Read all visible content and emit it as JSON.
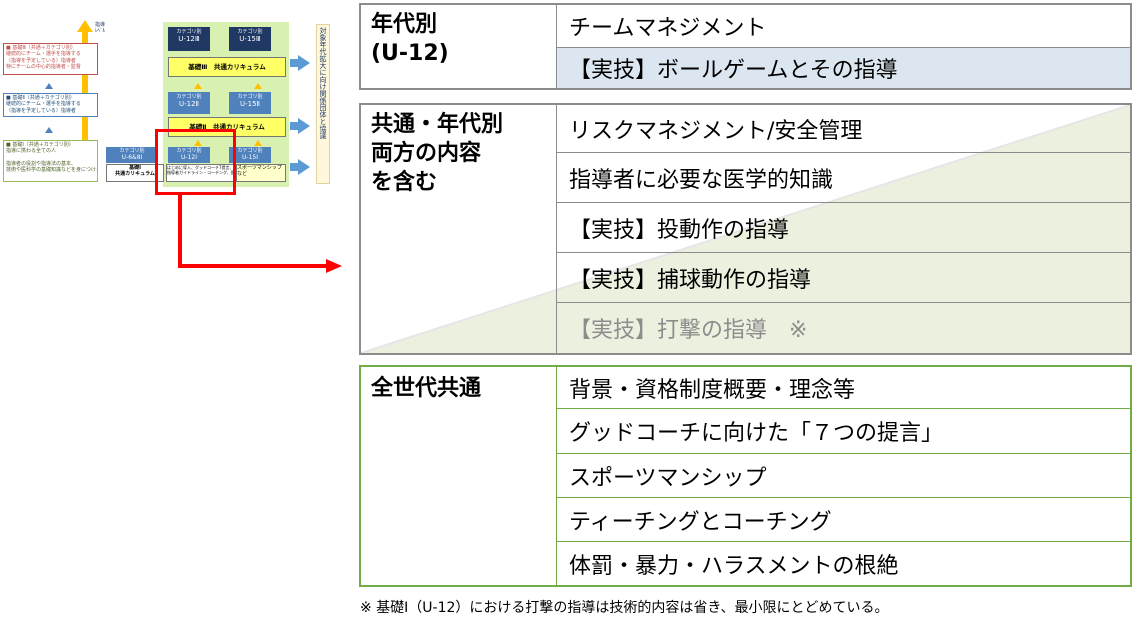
{
  "thumbnail": {
    "axis_label": "指導\nﾚﾍﾞﾙ",
    "legend_3": "■ 基礎Ⅲ（共通＋カテゴリ別）\n継続的にチーム・選手を指導する\n（指導を予定している）指導者\n特にチームの中心的指導者・監督",
    "legend_2": "■ 基礎Ⅱ（共通＋カテゴリ別）\n継続的にチーム・選手を指導する\n（指導を予定している）指導者",
    "legend_1": "■ 基礎Ⅰ（共通＋カテゴリ別）\n指導に携わる全ての人\n\n指導者の役割や指導法の基本、\n技術や医科学の基礎知識などを身につける",
    "cat_label": "カテゴリ別",
    "u12_3": "U-12Ⅲ",
    "u15_3": "U-15Ⅲ",
    "basis3": "基礎Ⅲ　共通カリキュラム",
    "u12_2": "U-12Ⅱ",
    "u15_2": "U-15Ⅱ",
    "basis2": "基礎Ⅱ　共通カリキュラム",
    "u68": "U-6&8Ⅰ",
    "u12_1": "U-12Ⅰ",
    "u15_1": "U-15Ⅰ",
    "basis1_line1": "基礎Ⅰ",
    "basis1_line2": "共通カリキュラム",
    "bottom_note1": "はじめに導入、グッドコーチ7提言、\n指導者ガイドライン・コーチング、医科",
    "bottom_note2": "スポーツマンシップ\nなど",
    "right_label": "対象年代拡大に向け関係団体と協議"
  },
  "table": {
    "section1": {
      "header": "年代別\n(U-12)",
      "items": [
        "チームマネジメント",
        "【実技】ボールゲームとその指導"
      ]
    },
    "section2": {
      "header": "共通・年代別\n両方の内容\nを含む",
      "items": [
        "リスクマネジメント/安全管理",
        "指導者に必要な医学的知識",
        "【実技】投動作の指導",
        "【実技】捕球動作の指導",
        "【実技】打撃の指導　※"
      ]
    },
    "section3": {
      "header": "全世代共通",
      "items": [
        "背景・資格制度概要・理念等",
        "グッドコーチに向けた「７つの提言」",
        "スポーツマンシップ",
        "ティーチングとコーチング",
        "体罰・暴力・ハラスメントの根絶"
      ]
    }
  },
  "footnote": "※ 基礎Ⅰ（U-12）における打撃の指導は技術的内容は省き、最小限にとどめている。",
  "colors": {
    "section1_highlight": "#dce6f1",
    "section2_fill": "#ebf1de",
    "green_border": "#70ad47",
    "gray_border": "#8c8c8c",
    "highlight_red": "#ff0000",
    "arrow_blue": "#5b9bd5",
    "basis_yellow": "#ffff66",
    "cat_navy": "#1f3864",
    "cat_blue": "#4f81bd"
  }
}
